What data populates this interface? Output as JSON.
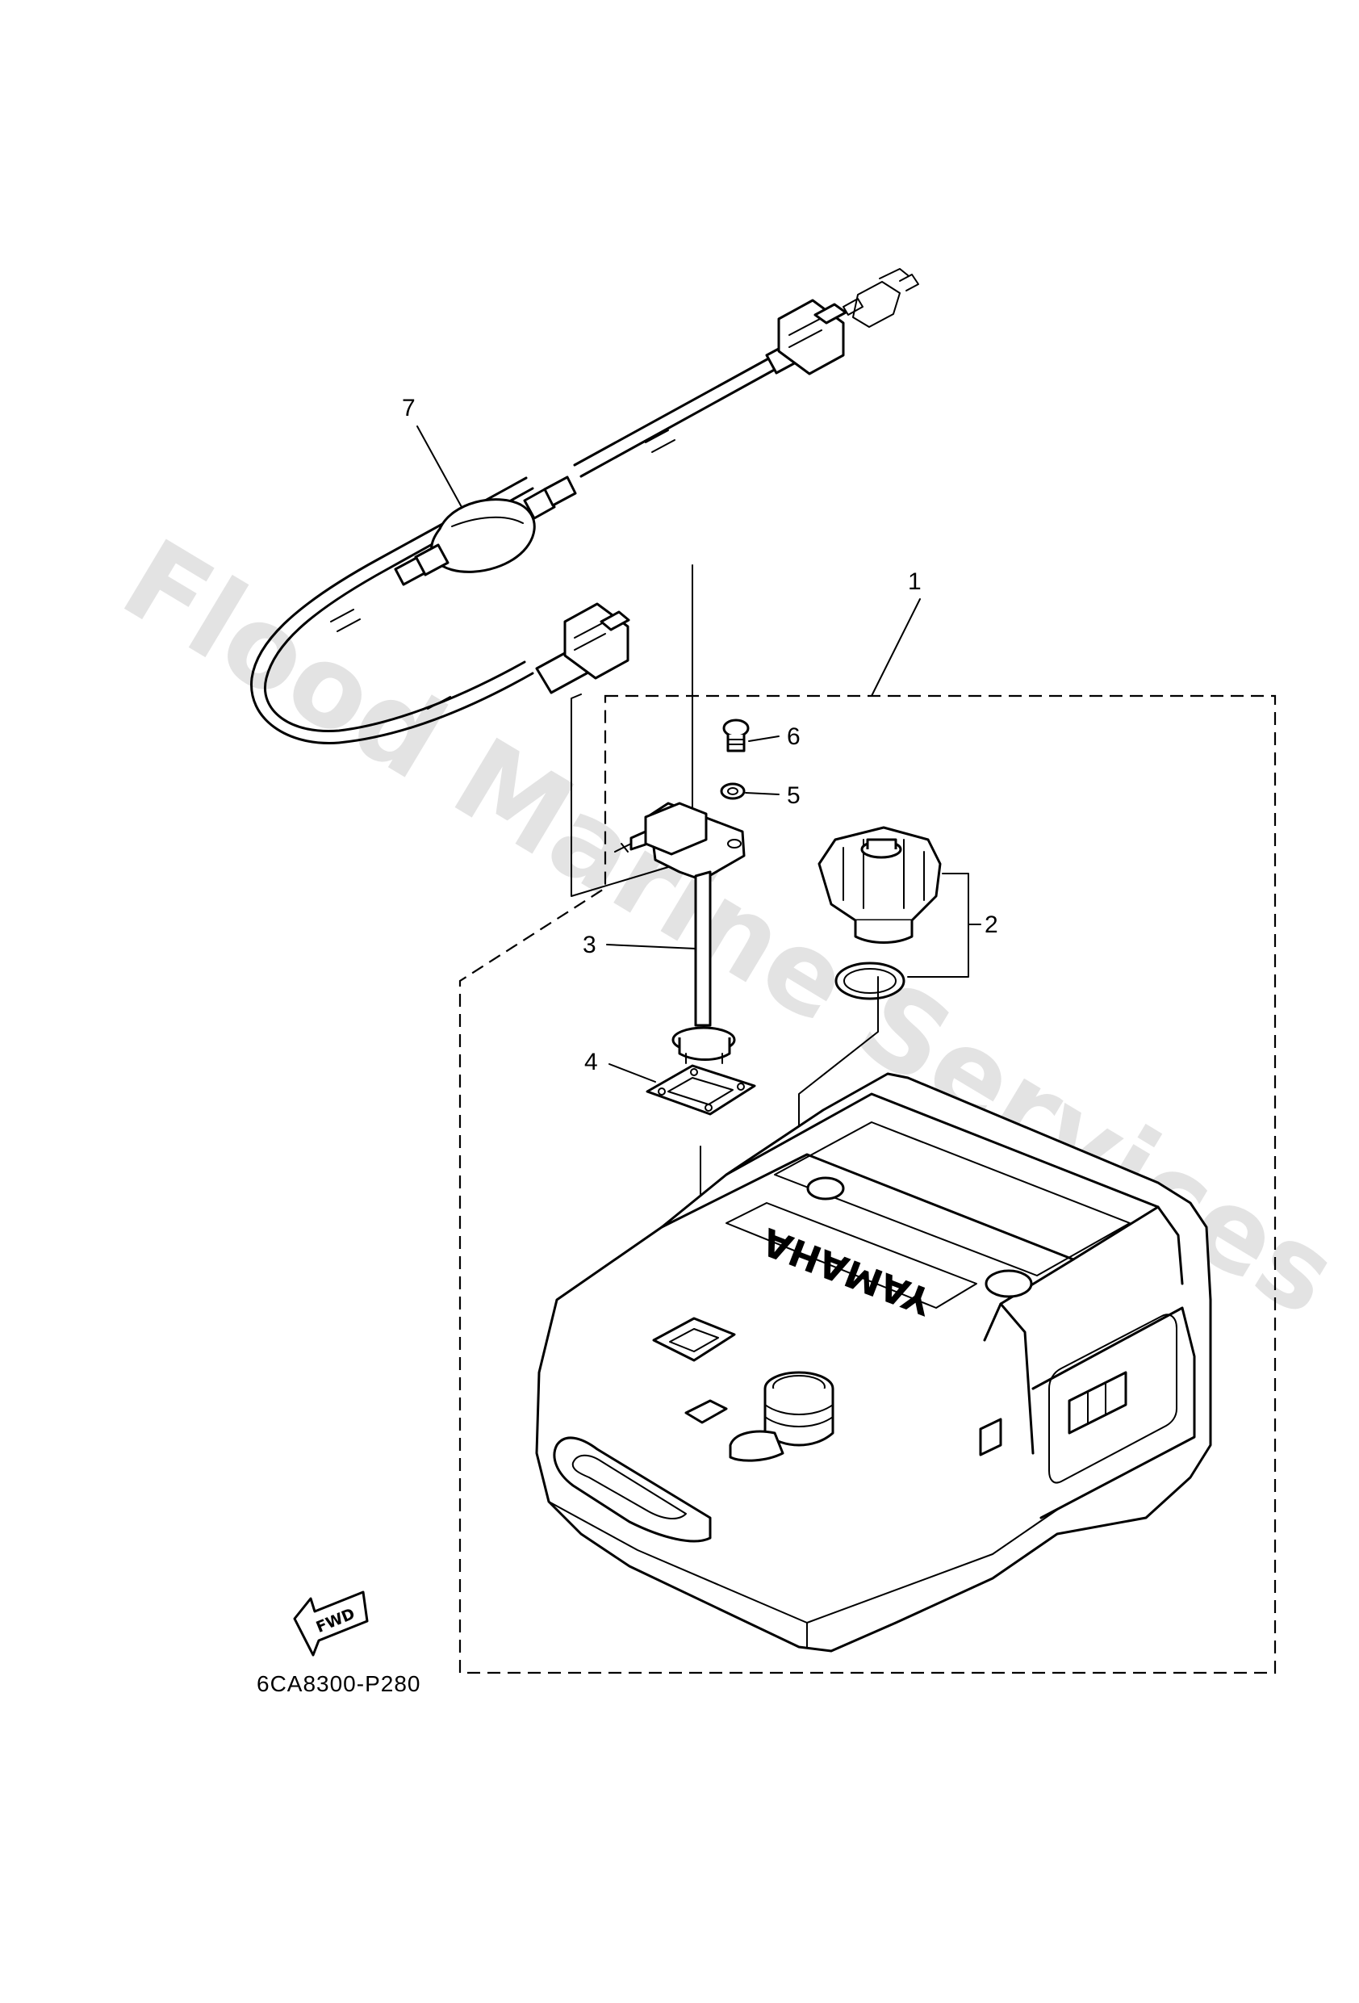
{
  "watermark": "Flood Marine Services",
  "part_code": "6CA8300-P280",
  "fwd_label": "FWD",
  "tank_logo": "YAMAHA",
  "callouts": {
    "c1": "1",
    "c2": "2",
    "c3": "3",
    "c4": "4",
    "c5": "5",
    "c6": "6",
    "c7": "7"
  }
}
